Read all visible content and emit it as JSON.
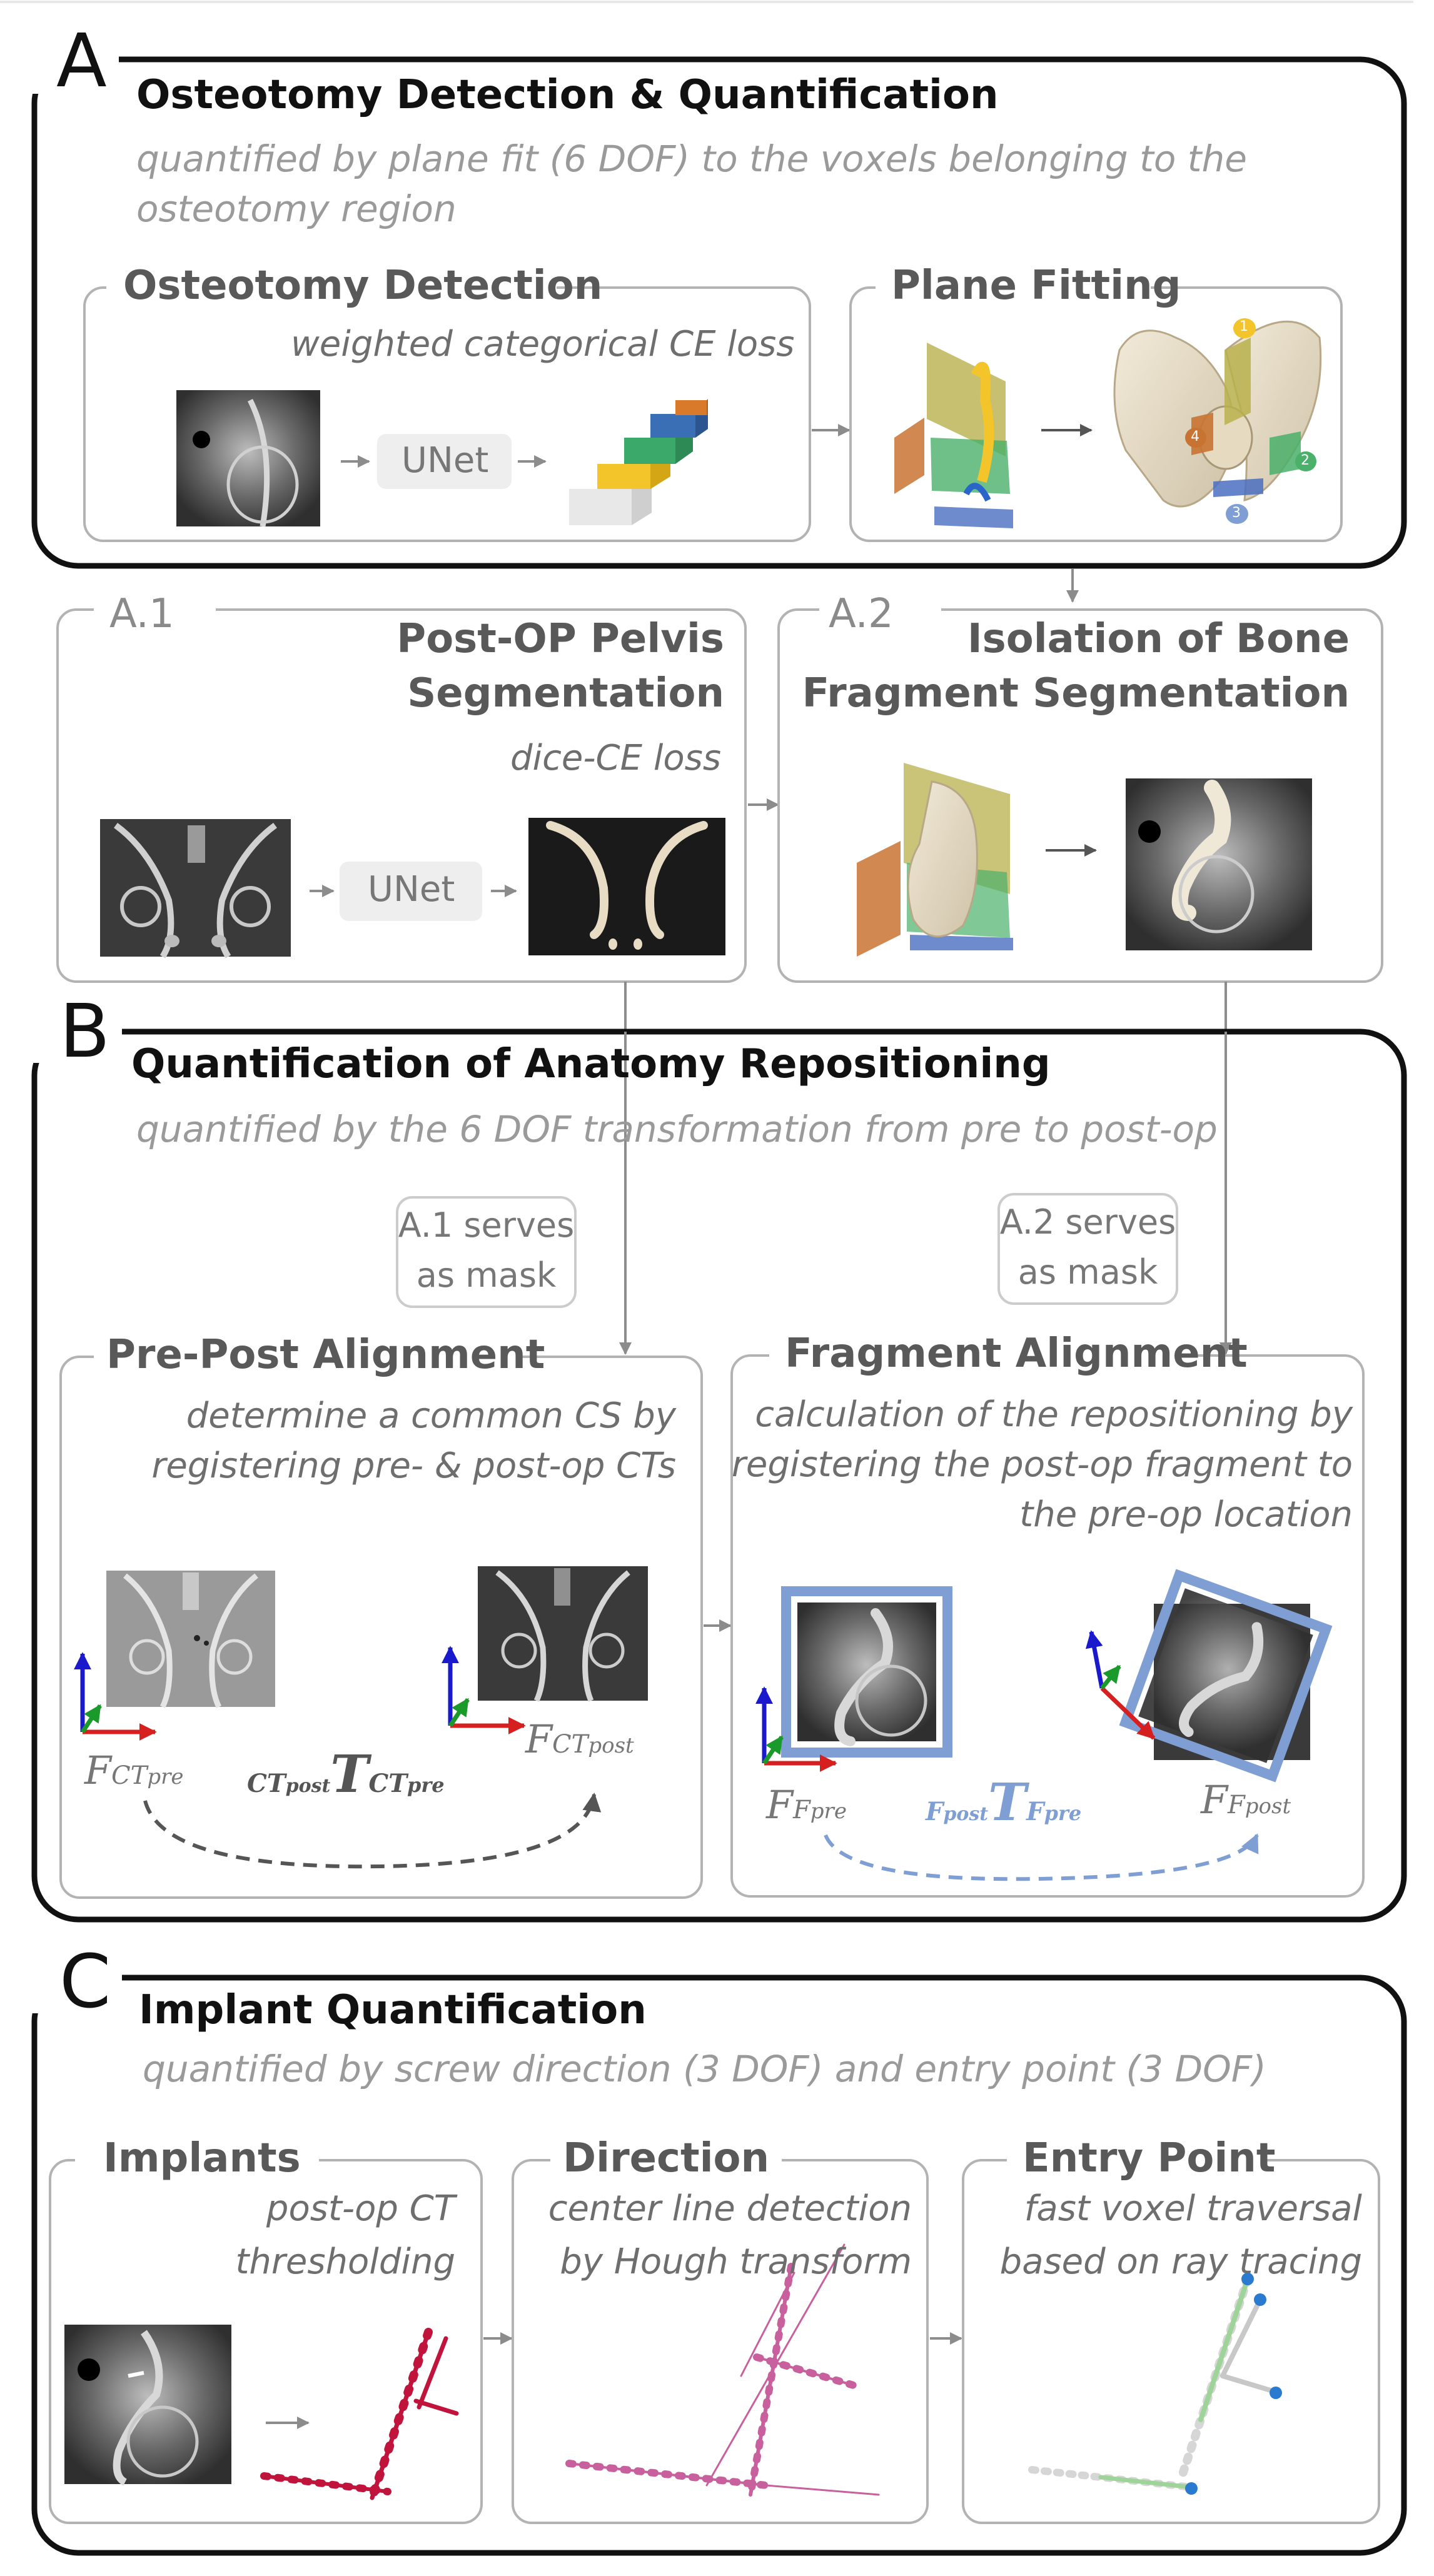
{
  "section_a": {
    "letter": "A",
    "title": "Osteotomy Detection & Quantification",
    "subtitle_line1": "quantified by plane fit (6 DOF) to the voxels belonging to the",
    "subtitle_line2": "osteotomy region",
    "detection": {
      "title": "Osteotomy Detection",
      "subtitle": "weighted categorical CE loss",
      "model": "UNet"
    },
    "plane_fitting": {
      "title": "Plane Fitting",
      "markers": [
        "1",
        "2",
        "3",
        "4"
      ]
    }
  },
  "section_a1": {
    "label": "A.1",
    "title_line1": "Post-OP Pelvis",
    "title_line2": "Segmentation",
    "subtitle": "dice-CE loss",
    "model": "UNet"
  },
  "section_a2": {
    "label": "A.2",
    "title_line1": "Isolation of Bone",
    "title_line2": "Fragment Segmentation"
  },
  "section_b": {
    "letter": "B",
    "title": "Quantification of Anatomy Repositioning",
    "subtitle": "quantified by the 6 DOF transformation from pre to post-op",
    "mask_a1_line1": "A.1 serves",
    "mask_a1_line2": "as mask",
    "mask_a2_line1": "A.2 serves",
    "mask_a2_line2": "as mask",
    "pre_post": {
      "title": "Pre-Post Alignment",
      "subtitle_line1": "determine a common CS by",
      "subtitle_line2": "registering pre- & post-op CTs",
      "frame_pre": "F",
      "frame_pre_sub": "CT",
      "frame_pre_subsub": "pre",
      "frame_post": "F",
      "frame_post_sub": "CT",
      "frame_post_subsub": "post",
      "transform_sup": "CT",
      "transform_sup_sub": "post",
      "transform_symbol": "T",
      "transform_sub": "CT",
      "transform_sub_sub": "pre"
    },
    "fragment": {
      "title": "Fragment Alignment",
      "subtitle_line1": "calculation of the repositioning by",
      "subtitle_line2": "registering the post-op fragment to",
      "subtitle_line3": "the pre-op location",
      "frame_pre": "F",
      "frame_pre_sub": "F",
      "frame_pre_subsub": "pre",
      "frame_post": "F",
      "frame_post_sub": "F",
      "frame_post_subsub": "post",
      "transform_sup": "F",
      "transform_sup_sub": "post",
      "transform_symbol": "T",
      "transform_sub": "F",
      "transform_sub_sub": "pre"
    }
  },
  "section_c": {
    "letter": "C",
    "title": "Implant Quantification",
    "subtitle": "quantified by screw direction (3 DOF) and entry point (3 DOF)",
    "implants": {
      "title": "Implants",
      "subtitle_line1": "post-op CT",
      "subtitle_line2": "thresholding"
    },
    "direction": {
      "title": "Direction",
      "subtitle_line1": "center line detection",
      "subtitle_line2": "by Hough transform"
    },
    "entry": {
      "title": "Entry Point",
      "subtitle_line1": "fast voxel traversal",
      "subtitle_line2": "based on ray tracing"
    }
  },
  "colors": {
    "frame": "#111111",
    "box": "#b3b3b3",
    "arrow": "#8c8c8c",
    "blue_frame": "#7f9fd4",
    "screw_red": "#c0143c",
    "screw_pink": "#c8609e",
    "axis_red": "#d62020",
    "axis_green": "#1a9a2a",
    "axis_blue": "#1a1acc"
  }
}
